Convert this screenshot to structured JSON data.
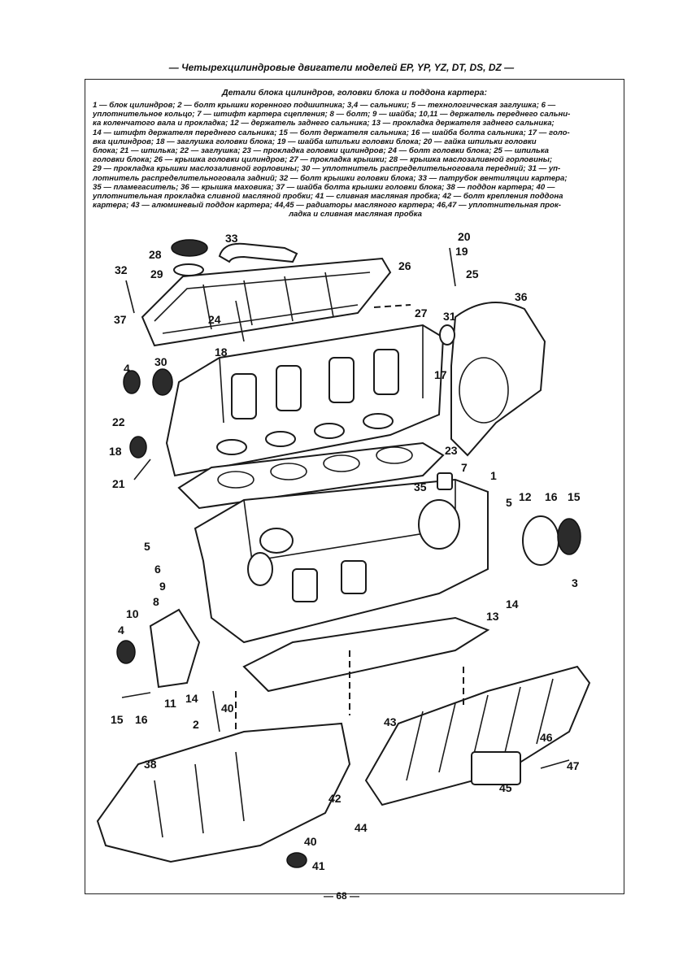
{
  "page": {
    "header": "— Четырехцилиндровые двигатели моделей EP, YP, YZ, DT, DS, DZ —",
    "footer": "— 68 —"
  },
  "caption": {
    "title": "Детали блока цилиндров, головки блока и поддона картера:",
    "lines": [
      "1 — блок цилиндров; 2 — болт крышки коренного подшипника; 3,4 — сальники; 5 — технологическая заглушка; 6 —",
      "уплотнительное кольцо; 7 — штифт картера сцепления; 8 — болт; 9 — шайба; 10,11 — держатель переднего сальни-",
      "ка коленчатого вала и прокладка; 12 — держатель заднего сальника; 13 — прокладка держателя заднего сальника;",
      "14 — штифт держателя переднего сальника; 15 — болт держателя сальника; 16 — шайба болта сальника; 17 — голо-",
      "вка цилиндров; 18 — заглушка головки блока; 19 — шайба шпильки головки блока; 20 — гайка шпильки головки",
      "блока; 21 — шпилька; 22 — заглушка; 23 — прокладка головки цилиндров; 24 — болт головки блока; 25 — шпилька",
      "головки блока; 26 — крышка головки цилиндров; 27 — прокладка крышки; 28 — крышка маслозаливной горловины;",
      "29 — прокладка крышки маслозаливной горловины; 30 — уплотнитель распределительноговала передний; 31 — уп-",
      "лотнитель распределительноговала задний; 32 — болт крышки головки блока; 33 — патрубок вентиляции картера;",
      "35 — пламегаситель; 36 — крышка маховика; 37 — шайба болта крышки головки блока; 38 — поддон картера; 40 —",
      "уплотнительная прокладка сливной масляной пробки; 41 — сливная масляная пробка; 42 — болт крепления поддона",
      "картера; 43 — алюминевый поддон картера; 44,45 — радиаторы масляного картера; 46,47 — уплотнительная прок-",
      "ладка и сливная масляная пробка"
    ]
  },
  "callouts": {
    "c1": "1",
    "c2": "2",
    "c3": "3",
    "c4a": "4",
    "c4b": "4",
    "c5a": "5",
    "c5b": "5",
    "c6": "6",
    "c7": "7",
    "c8": "8",
    "c9": "9",
    "c10": "10",
    "c11": "11",
    "c12": "12",
    "c13": "13",
    "c14a": "14",
    "c14b": "14",
    "c15a": "15",
    "c15b": "15",
    "c16a": "16",
    "c16b": "16",
    "c17": "17",
    "c18a": "18",
    "c18b": "18",
    "c19": "19",
    "c20": "20",
    "c21": "21",
    "c22": "22",
    "c23": "23",
    "c24": "24",
    "c25": "25",
    "c26": "26",
    "c27": "27",
    "c28": "28",
    "c29": "29",
    "c30": "30",
    "c31": "31",
    "c32": "32",
    "c33": "33",
    "c35": "35",
    "c36": "36",
    "c37": "37",
    "c38": "38",
    "c40a": "40",
    "c40b": "40",
    "c41": "41",
    "c42": "42",
    "c43": "43",
    "c44": "44",
    "c45": "45",
    "c46": "46",
    "c47": "47"
  }
}
